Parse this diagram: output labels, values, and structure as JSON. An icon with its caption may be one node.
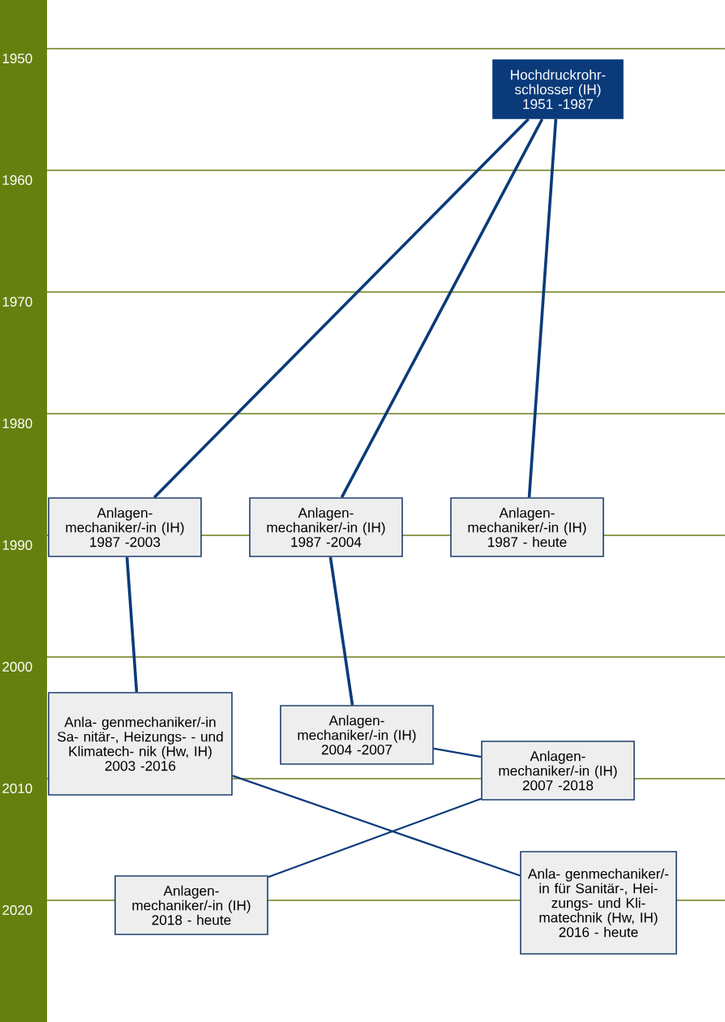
{
  "diagram": {
    "nodes": [
      {
        "text": [
          "Hochdruckrohr- schlosser (IH)",
          "1951 -1987"
        ]
      },
      {
        "text": [
          "Anlagen- mechaniker/-in (IH)",
          "1987 -2003"
        ]
      },
      {
        "text": [
          "Anlagen- mechaniker/-in (IH)",
          "1987 -2004"
        ]
      },
      {
        "text": [
          "Anlagen- mechaniker/-in (IH)",
          "1987 - heute"
        ]
      },
      {
        "text": [
          "Anla- genmechaniker/-in Sa- nitär-, Heizungs- - und Klimatech- nik (Hw, IH)",
          "2003 -2016"
        ]
      },
      {
        "text": [
          "Anlagen- mechaniker/-in (IH)",
          "2004 -2007"
        ]
      },
      {
        "text": [
          "Anlagen- mechaniker/-in (IH)",
          "2007 -2018"
        ]
      },
      {
        "text": [
          "Anlagen- mechaniker/-in (IH)",
          "2018 - heute"
        ]
      },
      {
        "text": [
          "Anla- genmechaniker/-in für Sanitär-, Hei- zungs- und Kli- matechnik (Hw, IH)",
          "2016 - heute"
        ]
      }
    ],
    "edges": [
      {
        "from": 0,
        "to": 1,
        "arrow": "none"
      },
      {
        "from": 0,
        "to": 2,
        "arrow": "none"
      },
      {
        "from": 0,
        "to": 3,
        "arrow": "none"
      },
      {
        "from": 1,
        "to": 4,
        "arrow": "none"
      },
      {
        "from": 2,
        "to": 5,
        "arrow": "none"
      },
      {
        "from": 5,
        "to": 6,
        "arrow": "none"
      },
      {
        "from": 4,
        "to": 8,
        "arrow": "none"
      },
      {
        "from": 6,
        "to": 7,
        "arrow": "none"
      }
    ],
    "labels": [
      "1950",
      "1960",
      "1970",
      "1980",
      "1990",
      "2000",
      "2010",
      "2020"
    ]
  }
}
